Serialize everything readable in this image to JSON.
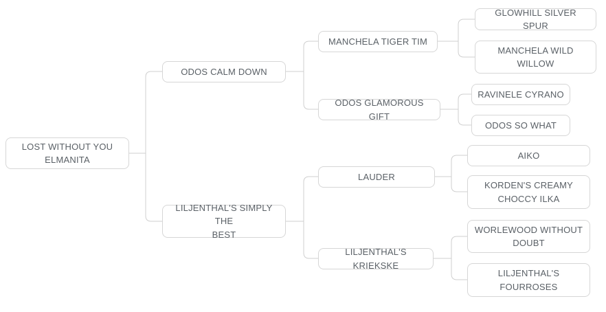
{
  "title": "Pedigree tree",
  "colors": {
    "box_border": "#d6d6d6",
    "connector_line": "#cfcfcf",
    "text": "#5a6066",
    "background": "#ffffff"
  },
  "tree": {
    "root": {
      "label": "LOST WITHOUT YOU\nELMANITA"
    },
    "gen2": [
      {
        "label": "ODOS CALM DOWN"
      },
      {
        "label": "LILJENTHAL'S SIMPLY THE\nBEST"
      }
    ],
    "gen3": [
      {
        "label": "MANCHELA TIGER TIM"
      },
      {
        "label": "ODOS GLAMOROUS GIFT"
      },
      {
        "label": "LAUDER"
      },
      {
        "label": "LILJENTHAL'S KRIEKSKE"
      }
    ],
    "gen4": [
      {
        "label": "GLOWHILL SILVER SPUR"
      },
      {
        "label": "MANCHELA WILD\nWILLOW"
      },
      {
        "label": "RAVINELE CYRANO"
      },
      {
        "label": "ODOS SO WHAT"
      },
      {
        "label": "AIKO"
      },
      {
        "label": "KORDEN'S CREAMY\nCHOCCY ILKA"
      },
      {
        "label": "WORLEWOOD WITHOUT\nDOUBT"
      },
      {
        "label": "LILJENTHAL'S\nFOURROSES"
      }
    ]
  }
}
